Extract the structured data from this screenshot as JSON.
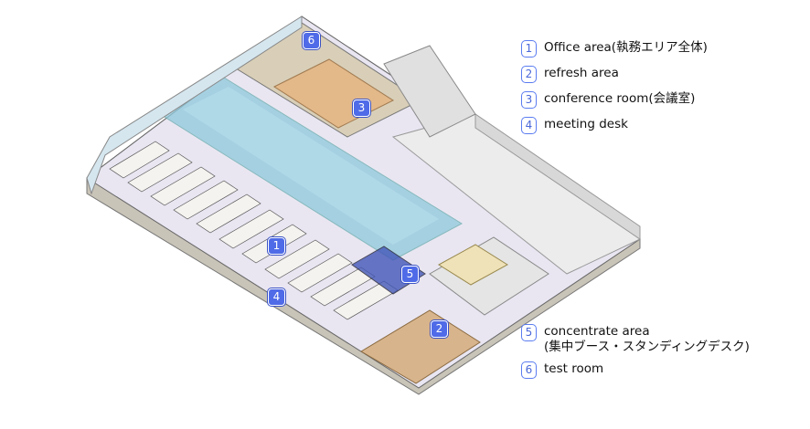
{
  "legend": {
    "items": [
      {
        "num": "1",
        "label": "Office area(執務エリア全体)"
      },
      {
        "num": "2",
        "label": "refresh area"
      },
      {
        "num": "3",
        "label": "conference room(会議室)"
      },
      {
        "num": "4",
        "label": "meeting desk"
      },
      {
        "num": "5",
        "label": "concentrate area",
        "sub": "(集中ブース・スタンディングデスク)"
      },
      {
        "num": "6",
        "label": "test room"
      }
    ]
  },
  "colors": {
    "marker": "#4f6be8",
    "floor": "#e9e6f2",
    "glass": "#8fc9dc",
    "empty": "#ececec"
  }
}
